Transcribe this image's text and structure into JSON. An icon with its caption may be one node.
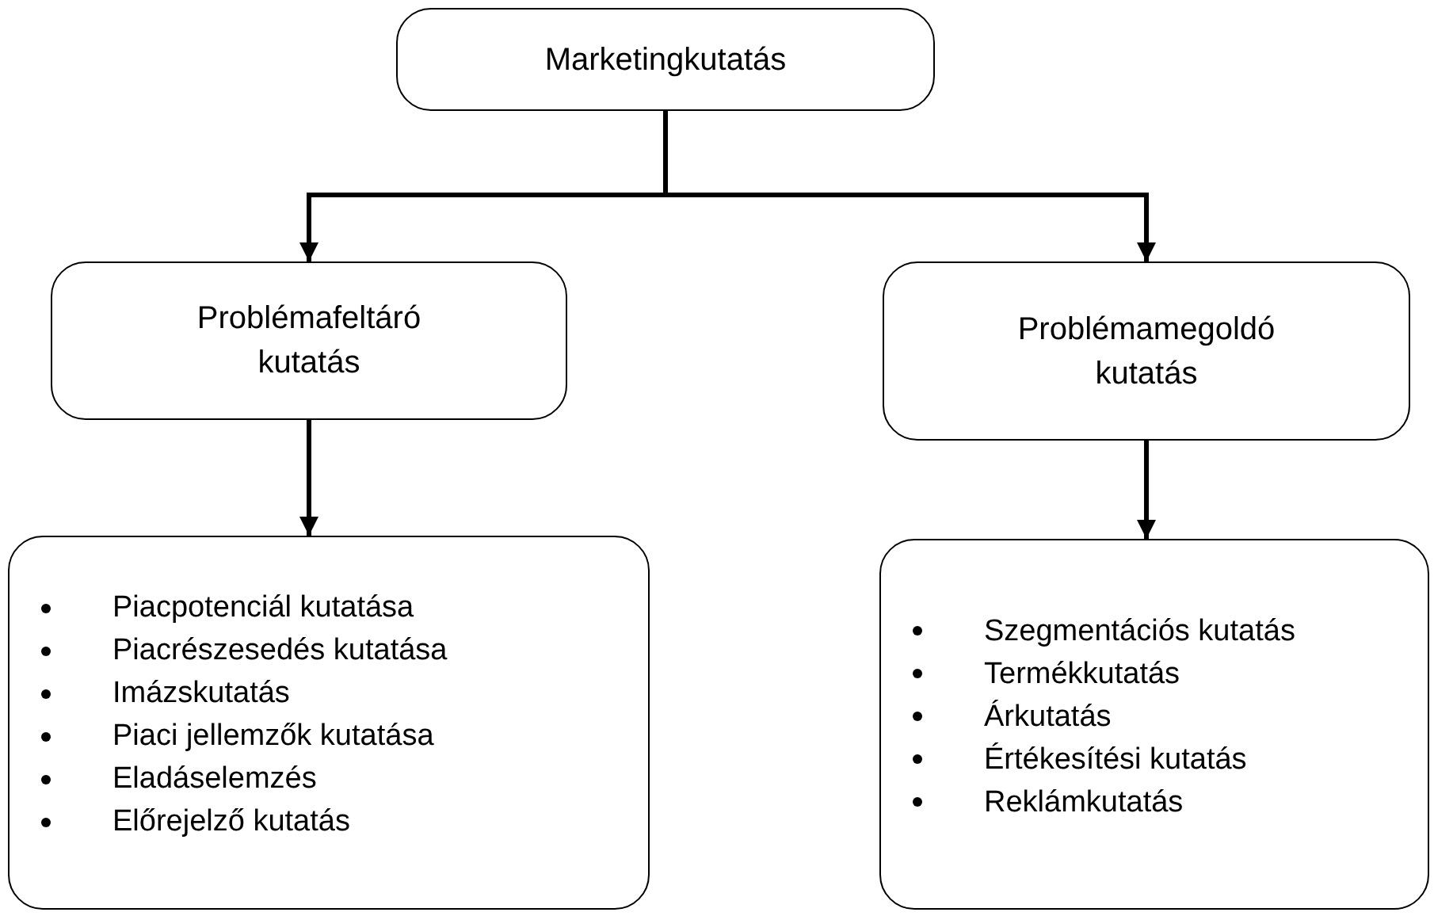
{
  "diagram": {
    "nodes": [
      {
        "text": [
          "Marketingkutatás"
        ]
      },
      {
        "text": [
          "Problémafeltáró kutatás"
        ]
      },
      {
        "text": [
          "Problémamegoldó kutatás"
        ]
      },
      {
        "text": [
          "Piacpotenciál kutatása",
          "Piacrészesedés kutatása",
          "Imázskutatás",
          "Piaci jellemzők kutatása",
          "Eladáselemzés",
          "Előrejelző kutatás"
        ]
      },
      {
        "text": [
          "Szegmentációs kutatás",
          "Termékkutatás",
          "Árkutatás",
          "Értékesítési kutatás",
          "Reklámkutatás"
        ]
      }
    ],
    "edges": [
      {
        "from": 0,
        "to": 1,
        "arrow": "to"
      },
      {
        "from": 0,
        "to": 2,
        "arrow": "to"
      },
      {
        "from": 1,
        "to": 3,
        "arrow": "to"
      },
      {
        "from": 2,
        "to": 4,
        "arrow": "to"
      }
    ]
  }
}
